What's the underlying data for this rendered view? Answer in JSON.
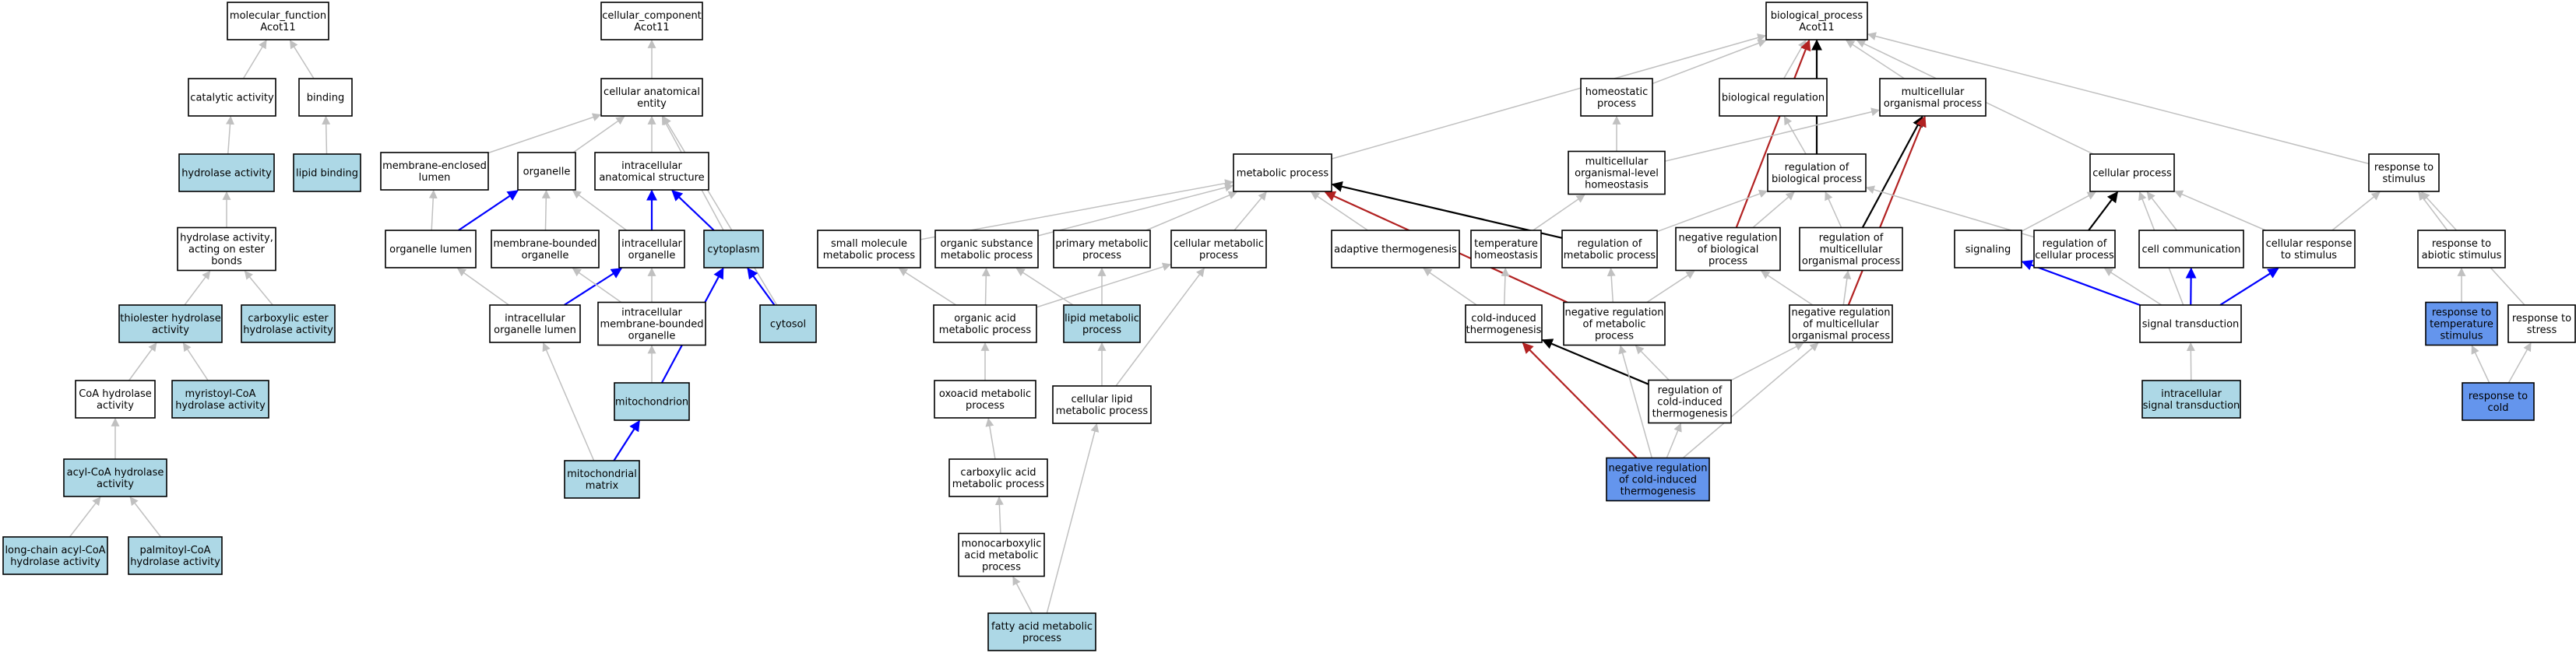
{
  "colors": {
    "plain": "#ffffff",
    "annotated": "#add8e6",
    "highlight": "#6495ed",
    "edge_gray": "#c0c0c0",
    "edge_black": "#000000",
    "edge_blue": "#0000ff",
    "edge_red": "#b22222"
  },
  "nodes": [
    {
      "id": "mf",
      "lines": [
        "molecular_function",
        "Acot11"
      ],
      "fill": "plain"
    },
    {
      "id": "cc",
      "lines": [
        "cellular_component",
        "Acot11"
      ],
      "fill": "plain"
    },
    {
      "id": "bp",
      "lines": [
        "biological_process",
        "Acot11"
      ],
      "fill": "plain"
    },
    {
      "id": "catalytic",
      "lines": [
        "catalytic activity"
      ],
      "fill": "plain"
    },
    {
      "id": "binding",
      "lines": [
        "binding"
      ],
      "fill": "plain"
    },
    {
      "id": "hydrolase",
      "lines": [
        "hydrolase activity"
      ],
      "fill": "annotated"
    },
    {
      "id": "lipidbind",
      "lines": [
        "lipid binding"
      ],
      "fill": "annotated"
    },
    {
      "id": "esterbond",
      "lines": [
        "hydrolase activity,",
        "acting on ester",
        "bonds"
      ],
      "fill": "plain"
    },
    {
      "id": "thioester",
      "lines": [
        "thiolester hydrolase",
        "activity"
      ],
      "fill": "annotated"
    },
    {
      "id": "carbester",
      "lines": [
        "carboxylic ester",
        "hydrolase activity"
      ],
      "fill": "annotated"
    },
    {
      "id": "coahyd",
      "lines": [
        "CoA hydrolase",
        "activity"
      ],
      "fill": "plain"
    },
    {
      "id": "myristoyl",
      "lines": [
        "myristoyl-CoA",
        "hydrolase activity"
      ],
      "fill": "annotated"
    },
    {
      "id": "acylcoa",
      "lines": [
        "acyl-CoA hydrolase",
        "activity"
      ],
      "fill": "annotated"
    },
    {
      "id": "longchain",
      "lines": [
        "long-chain acyl-CoA",
        "hydrolase activity"
      ],
      "fill": "annotated"
    },
    {
      "id": "palmitoyl",
      "lines": [
        "palmitoyl-CoA",
        "hydrolase activity"
      ],
      "fill": "annotated"
    },
    {
      "id": "cae",
      "lines": [
        "cellular anatomical",
        "entity"
      ],
      "fill": "plain"
    },
    {
      "id": "membenc",
      "lines": [
        "membrane-enclosed",
        "lumen"
      ],
      "fill": "plain"
    },
    {
      "id": "organelle",
      "lines": [
        "organelle"
      ],
      "fill": "plain"
    },
    {
      "id": "intraanat",
      "lines": [
        "intracellular",
        "anatomical structure"
      ],
      "fill": "plain"
    },
    {
      "id": "orglumen",
      "lines": [
        "organelle lumen"
      ],
      "fill": "plain"
    },
    {
      "id": "membbound",
      "lines": [
        "membrane-bounded",
        "organelle"
      ],
      "fill": "plain"
    },
    {
      "id": "intraorg",
      "lines": [
        "intracellular",
        "organelle"
      ],
      "fill": "plain"
    },
    {
      "id": "cytoplasm",
      "lines": [
        "cytoplasm"
      ],
      "fill": "annotated"
    },
    {
      "id": "intraorglumen",
      "lines": [
        "intracellular",
        "organelle lumen"
      ],
      "fill": "plain"
    },
    {
      "id": "intramembbound",
      "lines": [
        "intracellular",
        "membrane-bounded",
        "organelle"
      ],
      "fill": "plain"
    },
    {
      "id": "cytosol",
      "lines": [
        "cytosol"
      ],
      "fill": "annotated"
    },
    {
      "id": "mito",
      "lines": [
        "mitochondrion"
      ],
      "fill": "annotated"
    },
    {
      "id": "mitomatrix",
      "lines": [
        "mitochondrial",
        "matrix"
      ],
      "fill": "annotated"
    },
    {
      "id": "metab",
      "lines": [
        "metabolic process"
      ],
      "fill": "plain"
    },
    {
      "id": "smallmol",
      "lines": [
        "small molecule",
        "metabolic process"
      ],
      "fill": "plain"
    },
    {
      "id": "orgsubst",
      "lines": [
        "organic substance",
        "metabolic process"
      ],
      "fill": "plain"
    },
    {
      "id": "primary",
      "lines": [
        "primary metabolic",
        "process"
      ],
      "fill": "plain"
    },
    {
      "id": "cellmetab",
      "lines": [
        "cellular metabolic",
        "process"
      ],
      "fill": "plain"
    },
    {
      "id": "orgacid",
      "lines": [
        "organic acid",
        "metabolic process"
      ],
      "fill": "plain"
    },
    {
      "id": "lipidmetab",
      "lines": [
        "lipid metabolic",
        "process"
      ],
      "fill": "annotated"
    },
    {
      "id": "oxoacid",
      "lines": [
        "oxoacid metabolic",
        "process"
      ],
      "fill": "plain"
    },
    {
      "id": "celllipid",
      "lines": [
        "cellular lipid",
        "metabolic process"
      ],
      "fill": "plain"
    },
    {
      "id": "carbacid",
      "lines": [
        "carboxylic acid",
        "metabolic process"
      ],
      "fill": "plain"
    },
    {
      "id": "monocarb",
      "lines": [
        "monocarboxylic",
        "acid metabolic",
        "process"
      ],
      "fill": "plain"
    },
    {
      "id": "fattyacid",
      "lines": [
        "fatty acid metabolic",
        "process"
      ],
      "fill": "annotated"
    },
    {
      "id": "adaptive",
      "lines": [
        "adaptive thermogenesis"
      ],
      "fill": "plain"
    },
    {
      "id": "homeostatic",
      "lines": [
        "homeostatic",
        "process"
      ],
      "fill": "plain"
    },
    {
      "id": "bioreg",
      "lines": [
        "biological regulation"
      ],
      "fill": "plain"
    },
    {
      "id": "multicell",
      "lines": [
        "multicellular",
        "organismal process"
      ],
      "fill": "plain"
    },
    {
      "id": "mclevelhomeo",
      "lines": [
        "multicellular",
        "organismal-level",
        "homeostasis"
      ],
      "fill": "plain"
    },
    {
      "id": "regbio",
      "lines": [
        "regulation of",
        "biological process"
      ],
      "fill": "plain"
    },
    {
      "id": "temphomeo",
      "lines": [
        "temperature",
        "homeostasis"
      ],
      "fill": "plain"
    },
    {
      "id": "regmetab",
      "lines": [
        "regulation of",
        "metabolic process"
      ],
      "fill": "plain"
    },
    {
      "id": "negregbio",
      "lines": [
        "negative regulation",
        "of biological",
        "process"
      ],
      "fill": "plain"
    },
    {
      "id": "regmc",
      "lines": [
        "regulation of",
        "multicellular",
        "organismal process"
      ],
      "fill": "plain"
    },
    {
      "id": "coldthermo",
      "lines": [
        "cold-induced",
        "thermogenesis"
      ],
      "fill": "plain"
    },
    {
      "id": "negregmetab",
      "lines": [
        "negative regulation",
        "of metabolic",
        "process"
      ],
      "fill": "plain"
    },
    {
      "id": "negregmc",
      "lines": [
        "negative regulation",
        "of multicellular",
        "organismal process"
      ],
      "fill": "plain"
    },
    {
      "id": "regcold",
      "lines": [
        "regulation of",
        "cold-induced",
        "thermogenesis"
      ],
      "fill": "plain"
    },
    {
      "id": "negregcold",
      "lines": [
        "negative regulation",
        "of cold-induced",
        "thermogenesis"
      ],
      "fill": "highlight"
    },
    {
      "id": "cellproc",
      "lines": [
        "cellular process"
      ],
      "fill": "plain"
    },
    {
      "id": "signaling",
      "lines": [
        "signaling"
      ],
      "fill": "plain"
    },
    {
      "id": "regcell",
      "lines": [
        "regulation of",
        "cellular process"
      ],
      "fill": "plain"
    },
    {
      "id": "cellcomm",
      "lines": [
        "cell communication"
      ],
      "fill": "plain"
    },
    {
      "id": "cellresp",
      "lines": [
        "cellular response",
        "to stimulus"
      ],
      "fill": "plain"
    },
    {
      "id": "signaltrans",
      "lines": [
        "signal transduction"
      ],
      "fill": "plain"
    },
    {
      "id": "intrasignal",
      "lines": [
        "intracellular",
        "signal transduction"
      ],
      "fill": "annotated"
    },
    {
      "id": "respstim",
      "lines": [
        "response to",
        "stimulus"
      ],
      "fill": "plain"
    },
    {
      "id": "respabiotic",
      "lines": [
        "response to",
        "abiotic stimulus"
      ],
      "fill": "plain"
    },
    {
      "id": "resptemp",
      "lines": [
        "response to",
        "temperature",
        "stimulus"
      ],
      "fill": "highlight"
    },
    {
      "id": "respstress",
      "lines": [
        "response to",
        "stress"
      ],
      "fill": "plain"
    },
    {
      "id": "respcold",
      "lines": [
        "response to",
        "cold"
      ],
      "fill": "highlight"
    }
  ],
  "edges": [
    {
      "from": "catalytic",
      "to": "mf",
      "kind": "gray"
    },
    {
      "from": "binding",
      "to": "mf",
      "kind": "gray"
    },
    {
      "from": "hydrolase",
      "to": "catalytic",
      "kind": "gray"
    },
    {
      "from": "lipidbind",
      "to": "binding",
      "kind": "gray"
    },
    {
      "from": "esterbond",
      "to": "hydrolase",
      "kind": "gray"
    },
    {
      "from": "thioester",
      "to": "esterbond",
      "kind": "gray"
    },
    {
      "from": "carbester",
      "to": "esterbond",
      "kind": "gray"
    },
    {
      "from": "coahyd",
      "to": "thioester",
      "kind": "gray"
    },
    {
      "from": "myristoyl",
      "to": "thioester",
      "kind": "gray"
    },
    {
      "from": "acylcoa",
      "to": "coahyd",
      "kind": "gray"
    },
    {
      "from": "longchain",
      "to": "acylcoa",
      "kind": "gray"
    },
    {
      "from": "palmitoyl",
      "to": "acylcoa",
      "kind": "gray"
    },
    {
      "from": "cae",
      "to": "cc",
      "kind": "gray"
    },
    {
      "from": "membenc",
      "to": "cae",
      "kind": "gray"
    },
    {
      "from": "organelle",
      "to": "cae",
      "kind": "gray"
    },
    {
      "from": "intraanat",
      "to": "cae",
      "kind": "gray"
    },
    {
      "from": "cytoplasm",
      "to": "cae",
      "kind": "gray"
    },
    {
      "from": "cytosol",
      "to": "cae",
      "kind": "gray"
    },
    {
      "from": "orglumen",
      "to": "membenc",
      "kind": "gray"
    },
    {
      "from": "orglumen",
      "to": "organelle",
      "kind": "blue"
    },
    {
      "from": "membbound",
      "to": "organelle",
      "kind": "gray"
    },
    {
      "from": "intraorg",
      "to": "organelle",
      "kind": "gray"
    },
    {
      "from": "intraorg",
      "to": "intraanat",
      "kind": "blue"
    },
    {
      "from": "cytoplasm",
      "to": "intraanat",
      "kind": "blue"
    },
    {
      "from": "intraorglumen",
      "to": "orglumen",
      "kind": "gray"
    },
    {
      "from": "intraorglumen",
      "to": "intraorg",
      "kind": "blue"
    },
    {
      "from": "intramembbound",
      "to": "membbound",
      "kind": "gray"
    },
    {
      "from": "intramembbound",
      "to": "intraorg",
      "kind": "gray"
    },
    {
      "from": "cytosol",
      "to": "cytoplasm",
      "kind": "blue"
    },
    {
      "from": "mito",
      "to": "intramembbound",
      "kind": "gray"
    },
    {
      "from": "mito",
      "to": "cytoplasm",
      "kind": "blue"
    },
    {
      "from": "mitomatrix",
      "to": "intraorglumen",
      "kind": "gray"
    },
    {
      "from": "mitomatrix",
      "to": "mito",
      "kind": "blue"
    },
    {
      "from": "metab",
      "to": "bp",
      "kind": "gray"
    },
    {
      "from": "homeostatic",
      "to": "bp",
      "kind": "gray"
    },
    {
      "from": "bioreg",
      "to": "bp",
      "kind": "gray"
    },
    {
      "from": "multicell",
      "to": "bp",
      "kind": "gray"
    },
    {
      "from": "regbio",
      "to": "bp",
      "kind": "black"
    },
    {
      "from": "negregbio",
      "to": "bp",
      "kind": "red"
    },
    {
      "from": "cellproc",
      "to": "bp",
      "kind": "gray"
    },
    {
      "from": "respstim",
      "to": "bp",
      "kind": "gray"
    },
    {
      "from": "smallmol",
      "to": "metab",
      "kind": "gray"
    },
    {
      "from": "orgsubst",
      "to": "metab",
      "kind": "gray"
    },
    {
      "from": "primary",
      "to": "metab",
      "kind": "gray"
    },
    {
      "from": "cellmetab",
      "to": "metab",
      "kind": "gray"
    },
    {
      "from": "adaptive",
      "to": "metab",
      "kind": "gray"
    },
    {
      "from": "regmetab",
      "to": "metab",
      "kind": "black"
    },
    {
      "from": "negregmetab",
      "to": "metab",
      "kind": "red"
    },
    {
      "from": "orgacid",
      "to": "smallmol",
      "kind": "gray"
    },
    {
      "from": "orgacid",
      "to": "orgsubst",
      "kind": "gray"
    },
    {
      "from": "lipidmetab",
      "to": "orgsubst",
      "kind": "gray"
    },
    {
      "from": "lipidmetab",
      "to": "primary",
      "kind": "gray"
    },
    {
      "from": "orgacid",
      "to": "cellmetab",
      "kind": "gray"
    },
    {
      "from": "oxoacid",
      "to": "orgacid",
      "kind": "gray"
    },
    {
      "from": "celllipid",
      "to": "lipidmetab",
      "kind": "gray"
    },
    {
      "from": "celllipid",
      "to": "cellmetab",
      "kind": "gray"
    },
    {
      "from": "carbacid",
      "to": "oxoacid",
      "kind": "gray"
    },
    {
      "from": "monocarb",
      "to": "carbacid",
      "kind": "gray"
    },
    {
      "from": "fattyacid",
      "to": "monocarb",
      "kind": "gray"
    },
    {
      "from": "fattyacid",
      "to": "celllipid",
      "kind": "gray"
    },
    {
      "from": "mclevelhomeo",
      "to": "homeostatic",
      "kind": "gray"
    },
    {
      "from": "mclevelhomeo",
      "to": "multicell",
      "kind": "gray"
    },
    {
      "from": "temphomeo",
      "to": "mclevelhomeo",
      "kind": "gray"
    },
    {
      "from": "regbio",
      "to": "bioreg",
      "kind": "gray"
    },
    {
      "from": "regmetab",
      "to": "regbio",
      "kind": "gray"
    },
    {
      "from": "negregbio",
      "to": "regbio",
      "kind": "gray"
    },
    {
      "from": "regmc",
      "to": "regbio",
      "kind": "gray"
    },
    {
      "from": "regmc",
      "to": "multicell",
      "kind": "black"
    },
    {
      "from": "negregmc",
      "to": "multicell",
      "kind": "red"
    },
    {
      "from": "coldthermo",
      "to": "adaptive",
      "kind": "gray"
    },
    {
      "from": "coldthermo",
      "to": "temphomeo",
      "kind": "gray"
    },
    {
      "from": "negregmetab",
      "to": "regmetab",
      "kind": "gray"
    },
    {
      "from": "negregmetab",
      "to": "negregbio",
      "kind": "gray"
    },
    {
      "from": "negregmc",
      "to": "regmc",
      "kind": "gray"
    },
    {
      "from": "negregmc",
      "to": "negregbio",
      "kind": "gray"
    },
    {
      "from": "regcold",
      "to": "coldthermo",
      "kind": "black"
    },
    {
      "from": "regcold",
      "to": "negregmetab",
      "kind": "gray"
    },
    {
      "from": "regcold",
      "to": "negregmc",
      "kind": "gray"
    },
    {
      "from": "negregcold",
      "to": "coldthermo",
      "kind": "red"
    },
    {
      "from": "negregcold",
      "to": "regcold",
      "kind": "gray"
    },
    {
      "from": "negregcold",
      "to": "negregmetab",
      "kind": "gray"
    },
    {
      "from": "negregcold",
      "to": "negregmc",
      "kind": "gray"
    },
    {
      "from": "signaling",
      "to": "cellproc",
      "kind": "gray"
    },
    {
      "from": "regcell",
      "to": "cellproc",
      "kind": "black"
    },
    {
      "from": "regcell",
      "to": "regbio",
      "kind": "gray"
    },
    {
      "from": "cellcomm",
      "to": "cellproc",
      "kind": "gray"
    },
    {
      "from": "cellresp",
      "to": "cellproc",
      "kind": "gray"
    },
    {
      "from": "cellresp",
      "to": "respstim",
      "kind": "gray"
    },
    {
      "from": "signaltrans",
      "to": "signaling",
      "kind": "blue"
    },
    {
      "from": "signaltrans",
      "to": "regcell",
      "kind": "gray"
    },
    {
      "from": "signaltrans",
      "to": "cellcomm",
      "kind": "blue"
    },
    {
      "from": "signaltrans",
      "to": "cellresp",
      "kind": "blue"
    },
    {
      "from": "signaltrans",
      "to": "cellproc",
      "kind": "gray"
    },
    {
      "from": "intrasignal",
      "to": "signaltrans",
      "kind": "gray"
    },
    {
      "from": "respabiotic",
      "to": "respstim",
      "kind": "gray"
    },
    {
      "from": "resptemp",
      "to": "respabiotic",
      "kind": "gray"
    },
    {
      "from": "respstress",
      "to": "respstim",
      "kind": "gray"
    },
    {
      "from": "respcold",
      "to": "resptemp",
      "kind": "gray"
    },
    {
      "from": "respcold",
      "to": "respstress",
      "kind": "gray"
    }
  ]
}
